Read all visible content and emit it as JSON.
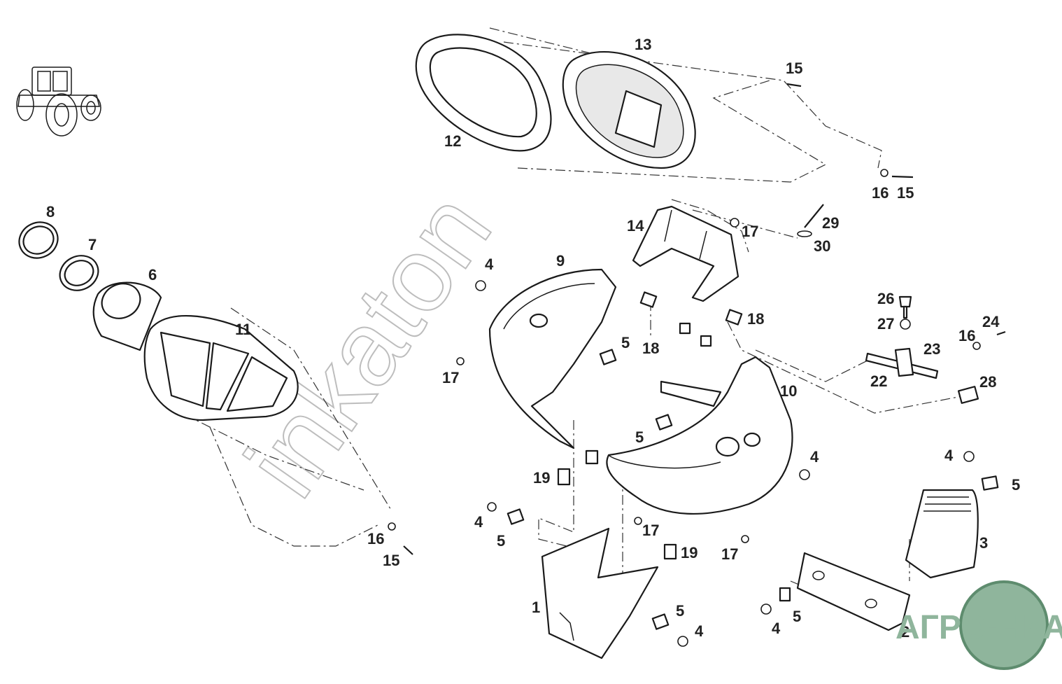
{
  "watermark": "inkaton",
  "brand_logo": {
    "text": "АГРО-НКА",
    "color_main": "#8fb59c",
    "color_dark": "#5e8c6e"
  },
  "colors": {
    "line": "#1a1a1a",
    "shade": "#e8e8e8",
    "label": "#222222"
  },
  "callouts": [
    {
      "id": "c1",
      "text": "1"
    },
    {
      "id": "c2",
      "text": "2"
    },
    {
      "id": "c3",
      "text": "3"
    },
    {
      "id": "c4a",
      "text": "4"
    },
    {
      "id": "c4b",
      "text": "4"
    },
    {
      "id": "c4c",
      "text": "4"
    },
    {
      "id": "c4d",
      "text": "4"
    },
    {
      "id": "c4e",
      "text": "4"
    },
    {
      "id": "c4f",
      "text": "4"
    },
    {
      "id": "c5a",
      "text": "5"
    },
    {
      "id": "c5b",
      "text": "5"
    },
    {
      "id": "c5c",
      "text": "5"
    },
    {
      "id": "c5d",
      "text": "5"
    },
    {
      "id": "c5e",
      "text": "5"
    },
    {
      "id": "c5f",
      "text": "5"
    },
    {
      "id": "c6",
      "text": "6"
    },
    {
      "id": "c7",
      "text": "7"
    },
    {
      "id": "c8",
      "text": "8"
    },
    {
      "id": "c9",
      "text": "9"
    },
    {
      "id": "c10",
      "text": "10"
    },
    {
      "id": "c11",
      "text": "11"
    },
    {
      "id": "c12",
      "text": "12"
    },
    {
      "id": "c13",
      "text": "13"
    },
    {
      "id": "c14",
      "text": "14"
    },
    {
      "id": "c15a",
      "text": "15"
    },
    {
      "id": "c15b",
      "text": "15"
    },
    {
      "id": "c15c",
      "text": "15"
    },
    {
      "id": "c16a",
      "text": "16"
    },
    {
      "id": "c16b",
      "text": "16"
    },
    {
      "id": "c16c",
      "text": "16"
    },
    {
      "id": "c17a",
      "text": "17"
    },
    {
      "id": "c17b",
      "text": "17"
    },
    {
      "id": "c17c",
      "text": "17"
    },
    {
      "id": "c17d",
      "text": "17"
    },
    {
      "id": "c18a",
      "text": "18"
    },
    {
      "id": "c18b",
      "text": "18"
    },
    {
      "id": "c19a",
      "text": "19"
    },
    {
      "id": "c19b",
      "text": "19"
    },
    {
      "id": "c22",
      "text": "22"
    },
    {
      "id": "c23",
      "text": "23"
    },
    {
      "id": "c24",
      "text": "24"
    },
    {
      "id": "c26",
      "text": "26"
    },
    {
      "id": "c27",
      "text": "27"
    },
    {
      "id": "c28",
      "text": "28"
    },
    {
      "id": "c29",
      "text": "29"
    },
    {
      "id": "c30",
      "text": "30"
    }
  ]
}
